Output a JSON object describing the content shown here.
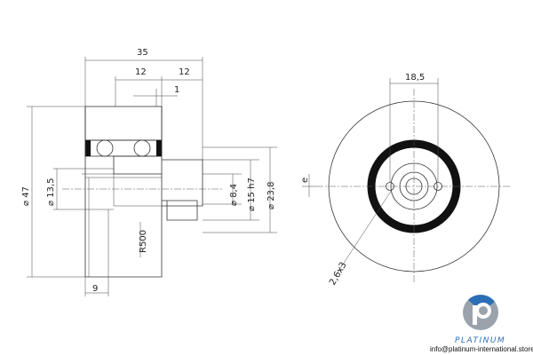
{
  "dimensions": {
    "overall_width": "35",
    "left_12": "12",
    "right_12": "12",
    "step_1": "1",
    "dia_47": "⌀ 47",
    "dia_13_5": "⌀ 13,5",
    "dia_8_4": "⌀ 8,4",
    "dia_15h7": "⌀ 15 h7",
    "dia_23_8": "⌀ 23,8",
    "radius": "R500",
    "width_9": "9",
    "front_18_5": "18,5",
    "e_label": "e",
    "holes": "2,6x3"
  },
  "brand": {
    "name": "PLATINUM",
    "url": "info@platinum-international.store"
  },
  "colors": {
    "line": "#333333",
    "ring": "#111111",
    "brand_blue": "#2d6fb4",
    "brand_gray": "#9aa3ab"
  }
}
